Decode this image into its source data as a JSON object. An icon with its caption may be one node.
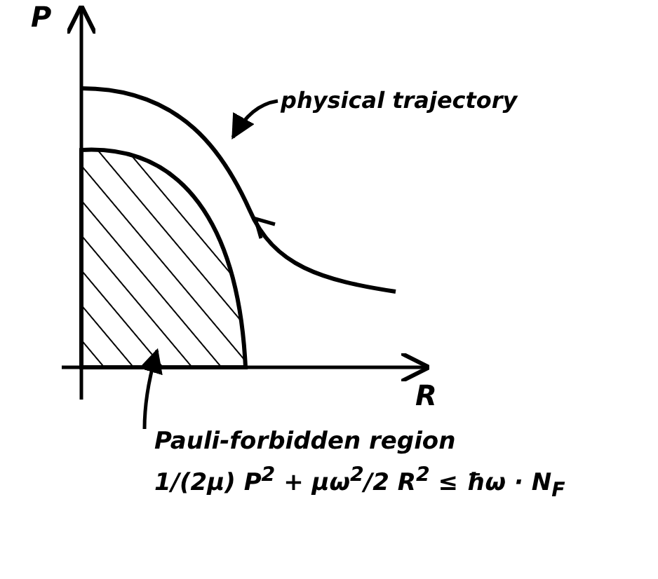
{
  "diagram": {
    "nodes": [
      {
        "text": [
          "physical trajectory"
        ]
      },
      {
        "text": [],
        "shape": "curve"
      },
      {
        "text": [
          "Pauli-forbidden region",
          "1/(2μ) P$^{2}$ + μω$^{2}$/2 R$^{2}$ ≤ ħω · N$_{F}$"
        ]
      },
      {
        "text": [],
        "shape": "area"
      }
    ],
    "edges": [
      {
        "from": 0,
        "to": 1,
        "arrow": "to"
      },
      {
        "from": 2,
        "to": 3,
        "arrow": "to"
      }
    ],
    "labels": [
      "P",
      "R"
    ]
  }
}
